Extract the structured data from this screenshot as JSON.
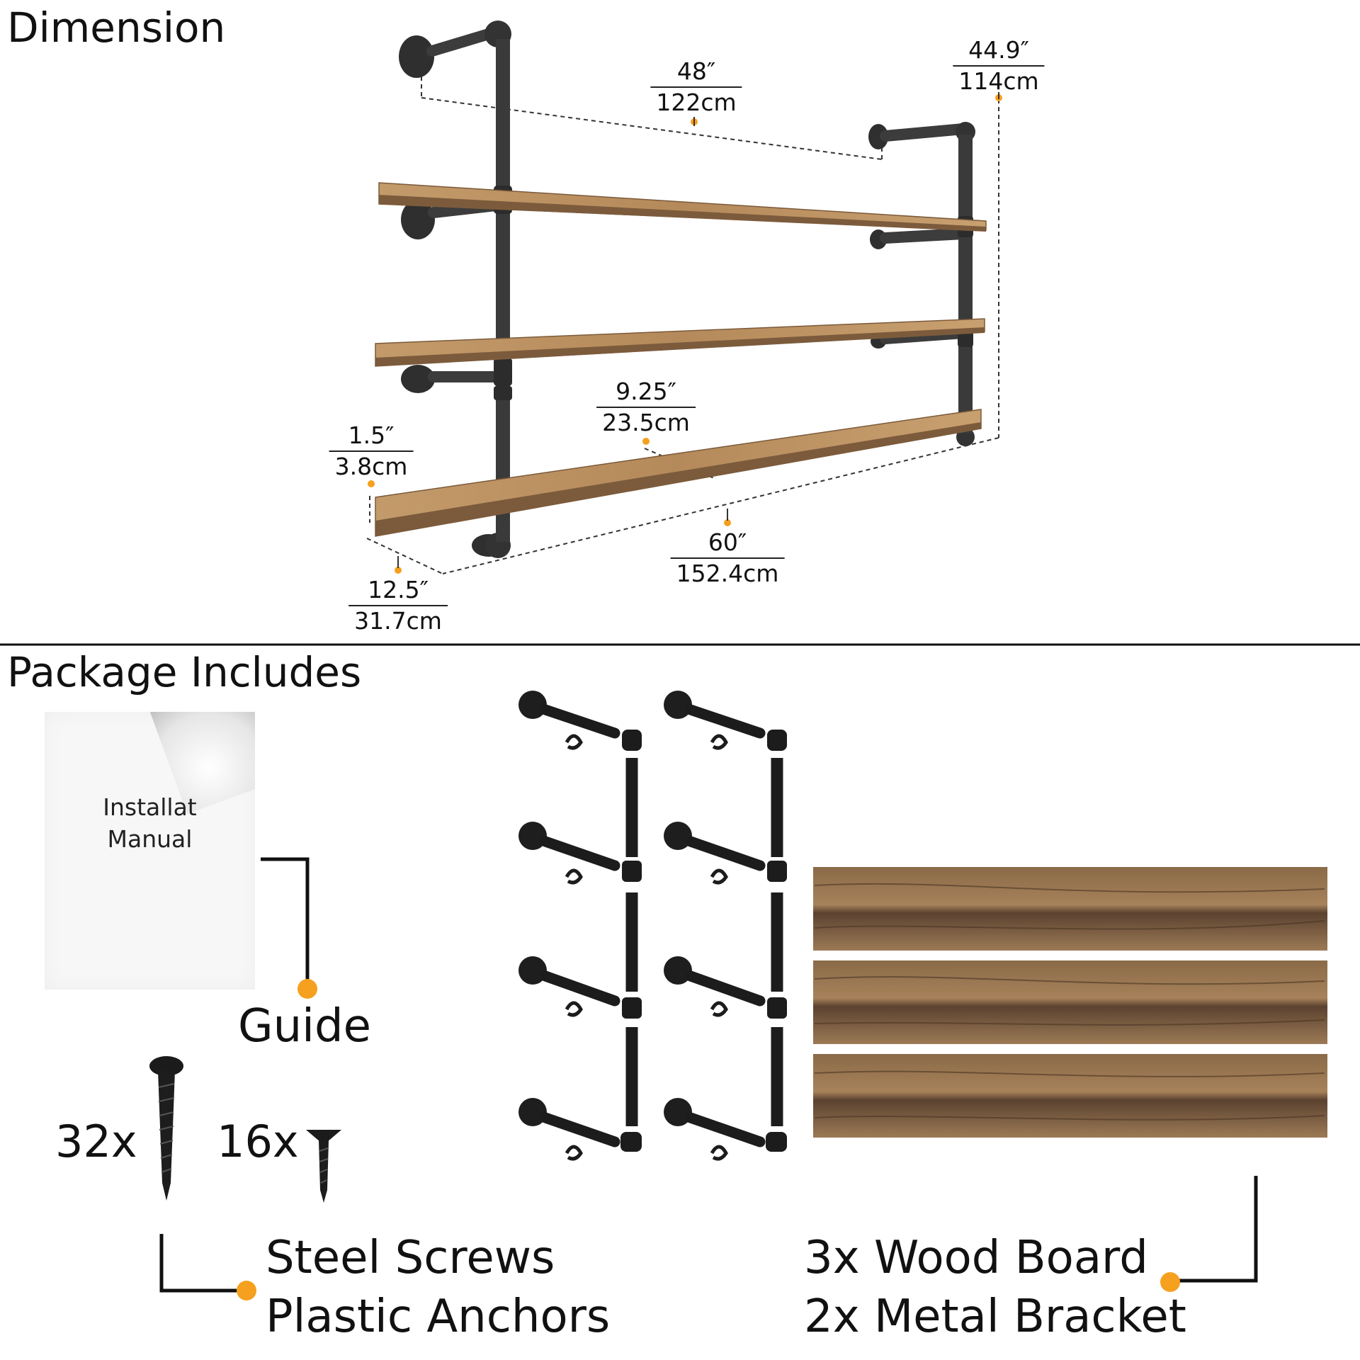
{
  "sections": {
    "dimension_title": "Dimension",
    "package_title": "Package Includes"
  },
  "dimensions": {
    "depth_wall_top": {
      "imperial": "48″",
      "metric": "122cm"
    },
    "height": {
      "imperial": "44.9″",
      "metric": "114cm"
    },
    "shelf_depth": {
      "imperial": "9.25″",
      "metric": "23.5cm"
    },
    "thickness": {
      "imperial": "1.5″",
      "metric": "3.8cm"
    },
    "length": {
      "imperial": "60″",
      "metric": "152.4cm"
    },
    "board_depth": {
      "imperial": "12.5″",
      "metric": "31.7cm"
    }
  },
  "package": {
    "manual_line1": "Installat",
    "manual_line2": "Manual",
    "guide_label": "Guide",
    "screws_count": "32x",
    "anchors_count": "16x",
    "screws_label": "Steel Screws",
    "anchors_label": "Plastic Anchors",
    "boards_label": "3x Wood Board",
    "brackets_label": "2x Metal Bracket"
  },
  "colors": {
    "accent_dot": "#f5a01e",
    "pipe": "#3b3b3b",
    "wood": "#b4885a"
  }
}
